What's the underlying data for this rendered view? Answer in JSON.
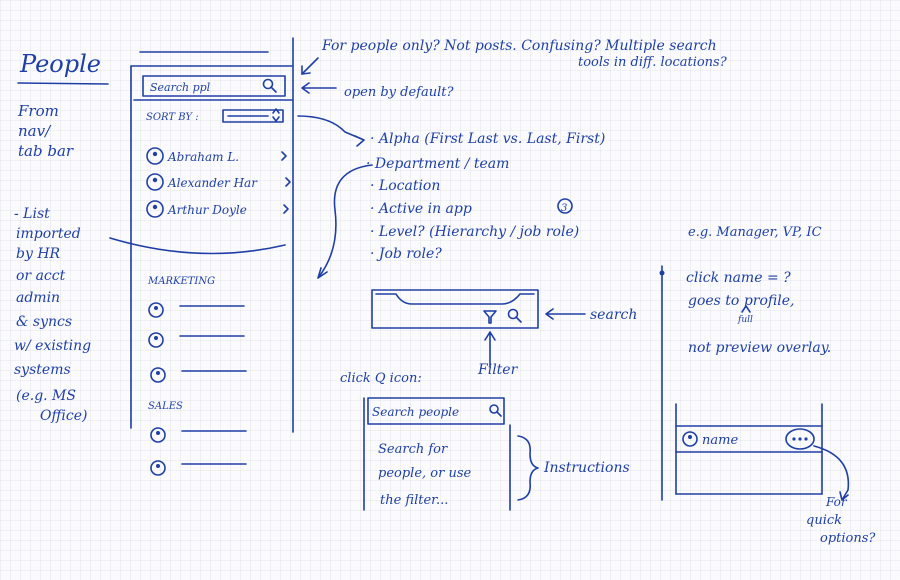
{
  "title": "People",
  "left_notes": {
    "origin": [
      "From",
      "nav/",
      "tab bar"
    ],
    "list_import": [
      "- List",
      "imported",
      "by HR",
      "or acct",
      "admin",
      "& syncs",
      "w/ existing",
      "systems",
      "(e.g. MS",
      "Office)"
    ]
  },
  "phone": {
    "search_placeholder": "Search ppl",
    "sort_label": "SORT BY :",
    "people": [
      "Abraham L.",
      "Alexander Har",
      "Arthur Doyle"
    ],
    "sections": [
      "MARKETING",
      "SALES"
    ]
  },
  "notes": {
    "top": [
      "For people only? Not posts. Confusing? Multiple search",
      "tools in diff. locations?"
    ],
    "open_default": "open by default?",
    "sort_options": [
      "· Alpha (First Last vs. Last, First)",
      "· Department / team",
      "· Location",
      "· Active in app",
      "· Level? (Hierarchy / job role)",
      "· Job role?"
    ],
    "active_badge": "3",
    "level_examples": "e.g. Manager, VP, IC",
    "search_label": "search",
    "filter_label": "Filter",
    "click_icon": "click Q icon:",
    "search_people": "Search people",
    "instructions_box": [
      "Search for",
      "people, or use",
      "the filter..."
    ],
    "instructions_label": "Instructions",
    "click_name": [
      "click name = ?",
      "goes to profile,",
      "full",
      "not preview overlay."
    ],
    "name_label": "name",
    "quick_options": [
      "For",
      "quick",
      "options?"
    ]
  }
}
